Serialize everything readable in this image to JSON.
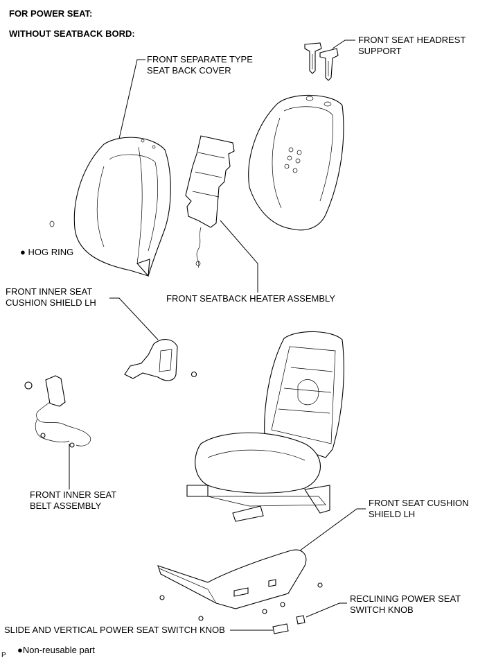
{
  "header": {
    "line1": "FOR POWER SEAT:",
    "line2": "WITHOUT SEATBACK BORD:"
  },
  "labels": {
    "headrest_support_1": "FRONT SEAT HEADREST",
    "headrest_support_2": "SUPPORT",
    "back_cover_1": "FRONT SEPARATE TYPE",
    "back_cover_2": "SEAT BACK COVER",
    "hog_ring": "HOG RING",
    "heater_assembly": "FRONT SEATBACK HEATER ASSEMBLY",
    "inner_shield_1": "FRONT INNER SEAT",
    "inner_shield_2": "CUSHION SHIELD LH",
    "inner_belt_1": "FRONT INNER SEAT",
    "inner_belt_2": "BELT ASSEMBLY",
    "cushion_shield_1": "FRONT SEAT CUSHION",
    "cushion_shield_2": "SHIELD LH",
    "reclining_knob_1": "RECLINING POWER SEAT",
    "reclining_knob_2": "SWITCH KNOB",
    "slide_knob": "SLIDE AND VERTICAL POWER SEAT SWITCH KNOB"
  },
  "legend": {
    "text": "Non-reusable part",
    "symbol": "filled-circle-icon"
  },
  "corner_mark": "P"
}
